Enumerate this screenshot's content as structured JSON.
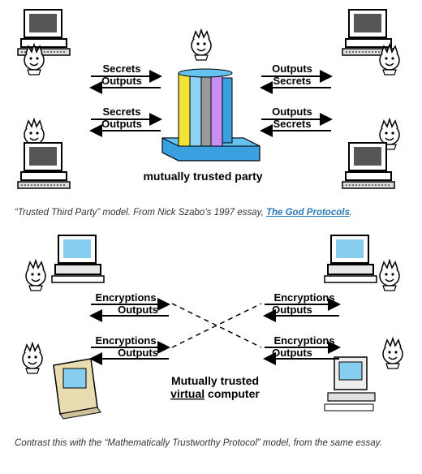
{
  "top": {
    "left_pairs": [
      {
        "top": "Secrets",
        "bottom": "Outputs"
      },
      {
        "top": "Secrets",
        "bottom": "Outputs"
      }
    ],
    "right_pairs": [
      {
        "top": "Outputs",
        "bottom": "Secrets"
      },
      {
        "top": "Outputs",
        "bottom": "Secrets"
      }
    ],
    "center_label": "mutually trusted party"
  },
  "caption_top": {
    "prefix": "“Trusted Third Party” model. From Nick Szabo’s 1997 essay, ",
    "link": "The God Protocols",
    "suffix": "."
  },
  "bottom": {
    "left_pairs": [
      {
        "top": "Encryptions",
        "bottom": "Outputs"
      },
      {
        "top": "Encryptions",
        "bottom": "Outputs"
      }
    ],
    "right_pairs": [
      {
        "top": "Encryptions",
        "bottom": "Outputs"
      },
      {
        "top": "Encryptions",
        "bottom": "Outputs"
      }
    ],
    "center_line1": "Mutually trusted",
    "center_word": "virtual",
    "center_word_rest": " computer"
  },
  "caption_bottom": "Contrast this with the “Mathematically Trustworthy Protocol” model, from the same essay."
}
